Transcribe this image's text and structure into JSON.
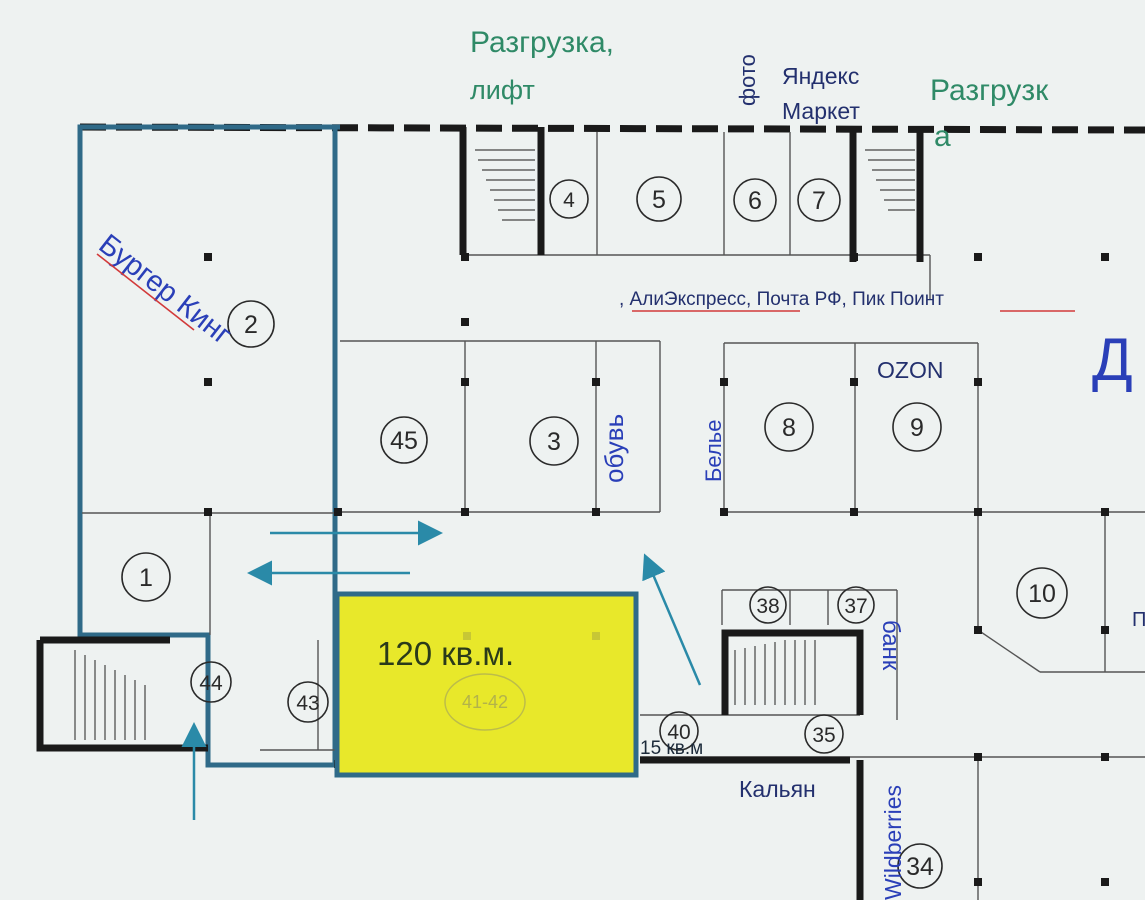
{
  "header": {
    "unloading_lift_line1": "Разгрузка,",
    "unloading_lift_line2": "лифт",
    "photo": "фото",
    "yandex_line1": "Яндекс",
    "yandex_line2": "Маркет",
    "unloading_right_line1": "Разгрузк",
    "unloading_right_line2": "а"
  },
  "labels": {
    "pickup_points": ", АлиЭкспресс, Почта РФ, Пик Поинт",
    "ozon": "OZON",
    "burger_king": "Бургер Кинг",
    "shoes": "обувь",
    "lingerie": "Белье",
    "bank": "банк",
    "hookah": "Кальян",
    "wildberries": "Wildberries",
    "partial_edge_letter": "Д",
    "partial_edge_small": "П"
  },
  "highlight": {
    "area": "120 кв.м.",
    "units": "41-42",
    "color": "#e8e82a"
  },
  "small_area": "15 кв.м",
  "units": {
    "u1": "1",
    "u2": "2",
    "u3": "3",
    "u4": "4",
    "u5": "5",
    "u6": "6",
    "u7": "7",
    "u8": "8",
    "u9": "9",
    "u10": "10",
    "u34": "34",
    "u35": "35",
    "u37": "37",
    "u38": "38",
    "u40": "40",
    "u43": "43",
    "u44": "44",
    "u45": "45"
  },
  "colors": {
    "wall_black": "#1a1a1a",
    "outline_blue": "#2f6a88",
    "arrow": "#2a8aa8",
    "text_green": "#2f8a67",
    "text_blue": "#2a3fb8"
  }
}
